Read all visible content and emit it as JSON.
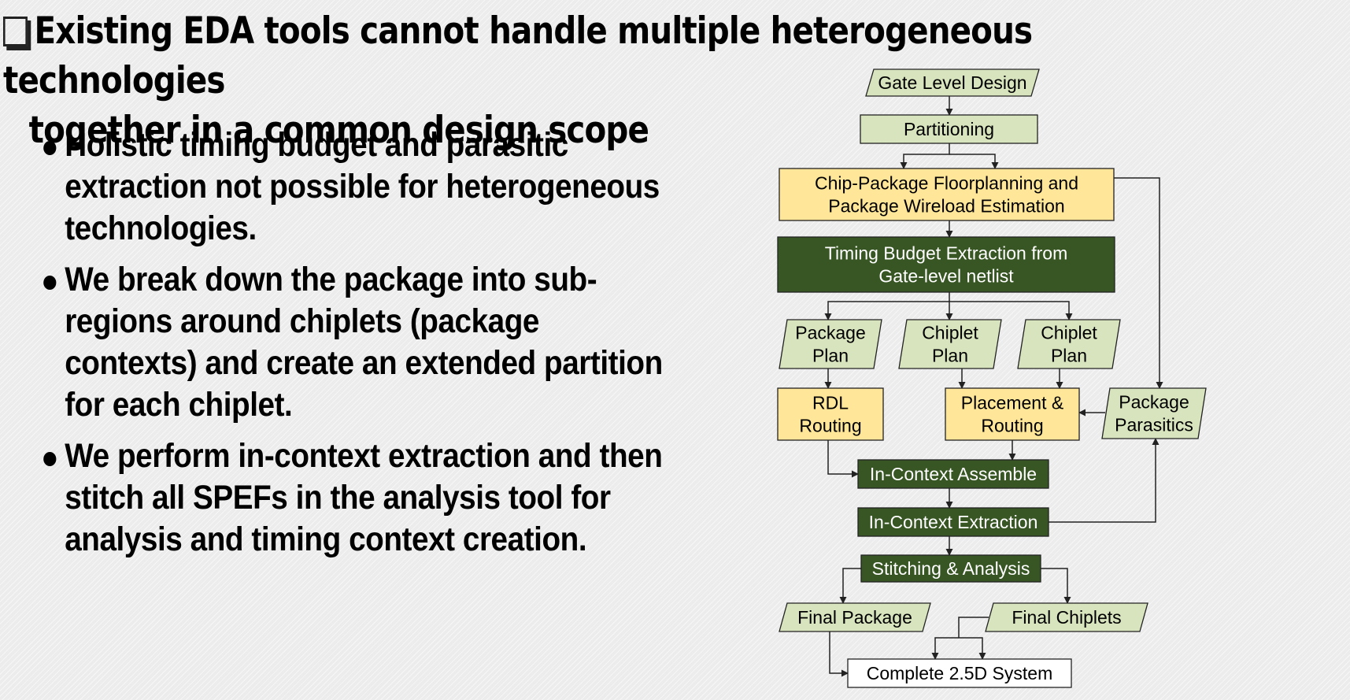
{
  "headline": {
    "line1": "Existing EDA tools cannot handle multiple heterogeneous technologies",
    "line2": "together in a common design scope"
  },
  "bullets": [
    {
      "text": "Holistic timing budget and parasitic extraction not possible for heterogeneous technologies."
    },
    {
      "text": "We break down the package into sub-regions around chiplets (package contexts) and create an extended partition for each chiplet."
    },
    {
      "text": "We perform in-context extraction and then stitch all SPEFs in the analysis tool for analysis and timing context creation."
    }
  ],
  "flow": {
    "colors": {
      "green_light": "#d7e4bd",
      "yellow": "#ffe699",
      "green_dark": "#375623",
      "white": "#ffffff",
      "stroke": "#222222"
    },
    "nodes": {
      "gate_level_design": {
        "lines": [
          "Gate Level Design"
        ],
        "style": "green_light",
        "shape": "parallelogram"
      },
      "partitioning": {
        "lines": [
          "Partitioning"
        ],
        "style": "green_light",
        "shape": "rect"
      },
      "floorplanning": {
        "lines": [
          "Chip-Package Floorplanning and",
          "Package Wireload Estimation"
        ],
        "style": "yellow",
        "shape": "rect"
      },
      "timing_budget": {
        "lines": [
          "Timing Budget Extraction from",
          "Gate-level netlist"
        ],
        "style": "green_dark",
        "shape": "rect"
      },
      "package_plan": {
        "lines": [
          "Package",
          "Plan"
        ],
        "style": "green_light",
        "shape": "parallelogram"
      },
      "chiplet_plan_1": {
        "lines": [
          "Chiplet",
          "Plan"
        ],
        "style": "green_light",
        "shape": "parallelogram"
      },
      "chiplet_plan_2": {
        "lines": [
          "Chiplet",
          "Plan"
        ],
        "style": "green_light",
        "shape": "parallelogram"
      },
      "rdl_routing": {
        "lines": [
          "RDL",
          "Routing"
        ],
        "style": "yellow",
        "shape": "rect"
      },
      "placement_routing": {
        "lines": [
          "Placement &",
          "Routing"
        ],
        "style": "yellow",
        "shape": "rect"
      },
      "package_parasitics": {
        "lines": [
          "Package",
          "Parasitics"
        ],
        "style": "green_light",
        "shape": "parallelogram"
      },
      "in_context_assemble": {
        "lines": [
          "In-Context Assemble"
        ],
        "style": "green_dark",
        "shape": "rect"
      },
      "in_context_extraction": {
        "lines": [
          "In-Context Extraction"
        ],
        "style": "green_dark",
        "shape": "rect"
      },
      "stitching_analysis": {
        "lines": [
          "Stitching & Analysis"
        ],
        "style": "green_dark",
        "shape": "rect"
      },
      "final_package": {
        "lines": [
          "Final Package"
        ],
        "style": "green_light",
        "shape": "parallelogram"
      },
      "final_chiplets": {
        "lines": [
          "Final Chiplets"
        ],
        "style": "green_light",
        "shape": "parallelogram"
      },
      "complete_system": {
        "lines": [
          "Complete 2.5D System"
        ],
        "style": "white",
        "shape": "rect"
      }
    }
  }
}
